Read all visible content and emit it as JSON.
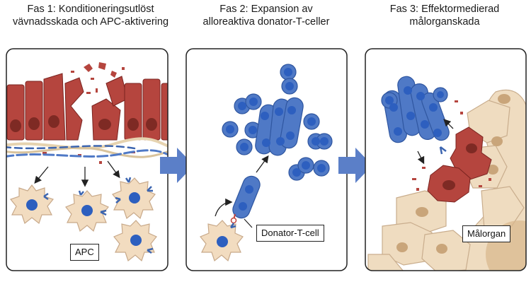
{
  "panels": [
    {
      "title_line1": "Fas 1: Konditioneringsutlöst",
      "title_line2": "vävnadsskada och APC-aktivering"
    },
    {
      "title_line1": "Fas 2: Expansion av",
      "title_line2": "alloreaktiva donator-T-celler"
    },
    {
      "title_line1": "Fas 3: Effektormedierad",
      "title_line2": "målorganskada"
    }
  ],
  "labels": {
    "apc": "APC",
    "donor_t_cell": "Donator-T-cell",
    "target_organ": "Målorgan"
  },
  "colors": {
    "tissue_red": "#b5453e",
    "tcell_blue": "#4f79c6",
    "nucleus_blue": "#2d5fbf",
    "apc_beige": "#f2dcc0",
    "organ_beige": "#efdcc0",
    "arrow_blue": "#5b7fc8"
  }
}
